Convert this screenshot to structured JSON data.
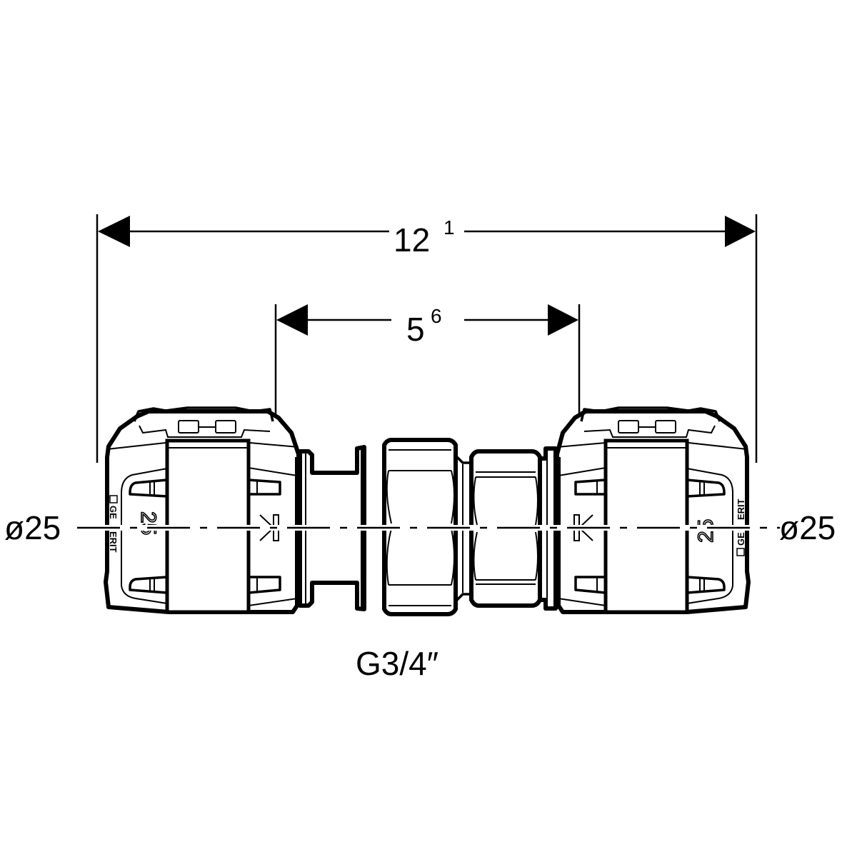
{
  "drawing": {
    "subject": "Pipe union fitting with push-fit connectors on both ends",
    "dimensions": {
      "overall_length": {
        "base": "12",
        "sup": "1"
      },
      "insertion_spacing": {
        "base": "5",
        "sup": "6"
      },
      "left_pipe_diameter": "ø25",
      "right_pipe_diameter": "ø25",
      "thread_size": "G3/4″"
    },
    "markings": {
      "brand_top": "GE",
      "brand_bottom": "ERIT",
      "size_label": "25",
      "insertion_mark": "insertion-depth-mark"
    },
    "colors": {
      "line": "#000000",
      "background": "#ffffff"
    }
  }
}
